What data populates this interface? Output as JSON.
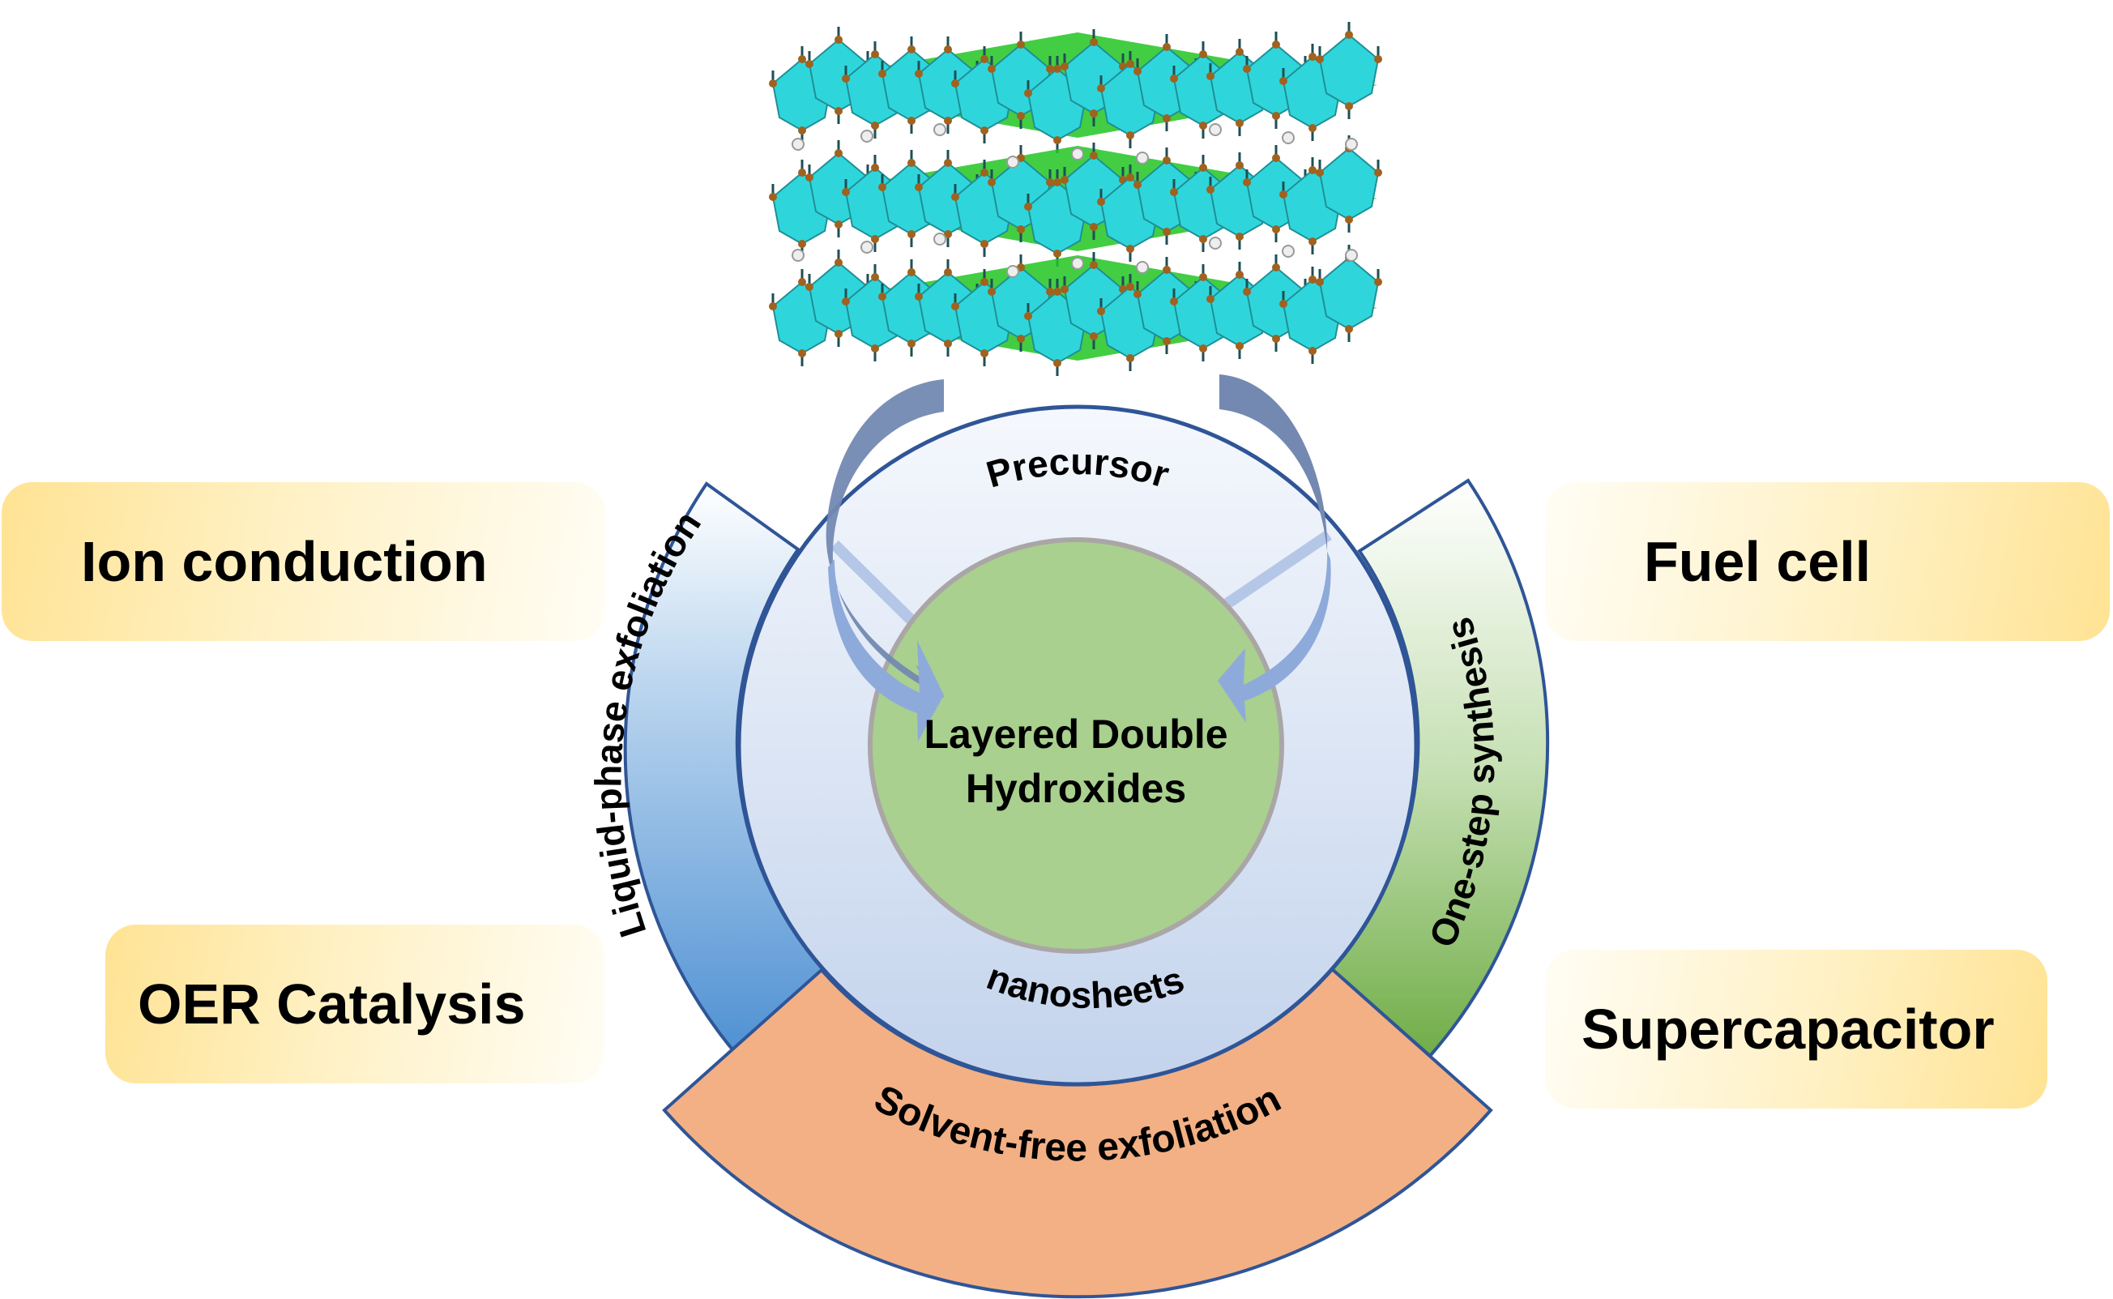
{
  "diagram": {
    "center": {
      "line1": "Layered Double",
      "line2": "Hydroxides"
    },
    "ring": {
      "top_label": "Precursor",
      "bottom_label": "nanosheets"
    },
    "methods": [
      {
        "id": "liquid",
        "label": "Liquid-phase exfoliation",
        "color_top": "#ffffff",
        "color_bottom": "#5596d5"
      },
      {
        "id": "onestep",
        "label": "One-step synthesis",
        "color_top": "#ffffff",
        "color_bottom": "#72ad4a"
      },
      {
        "id": "solventfree",
        "label": "Solvent-free exfoliation",
        "color": "#f3b084"
      }
    ],
    "applications": [
      {
        "label": "Ion conduction",
        "side": "left"
      },
      {
        "label": "OER Catalysis",
        "side": "left"
      },
      {
        "label": "Fuel cell",
        "side": "right"
      },
      {
        "label": "Supercapacitor",
        "side": "right"
      }
    ],
    "crystal_structure": {
      "description": "LDH layered crystal structure",
      "layers": 3
    },
    "colors": {
      "outline": "#2f5597",
      "ring_top": "#f4f7fc",
      "ring_bottom": "#c4d4ec",
      "core": "#a8d08d",
      "core_border": "#aaa6a6",
      "arrow_dark": "#7389b1",
      "arrow_light": "#8eaadb",
      "octahedron_cyan": "#2ed6dc",
      "octahedron_green": "#22c422"
    }
  }
}
